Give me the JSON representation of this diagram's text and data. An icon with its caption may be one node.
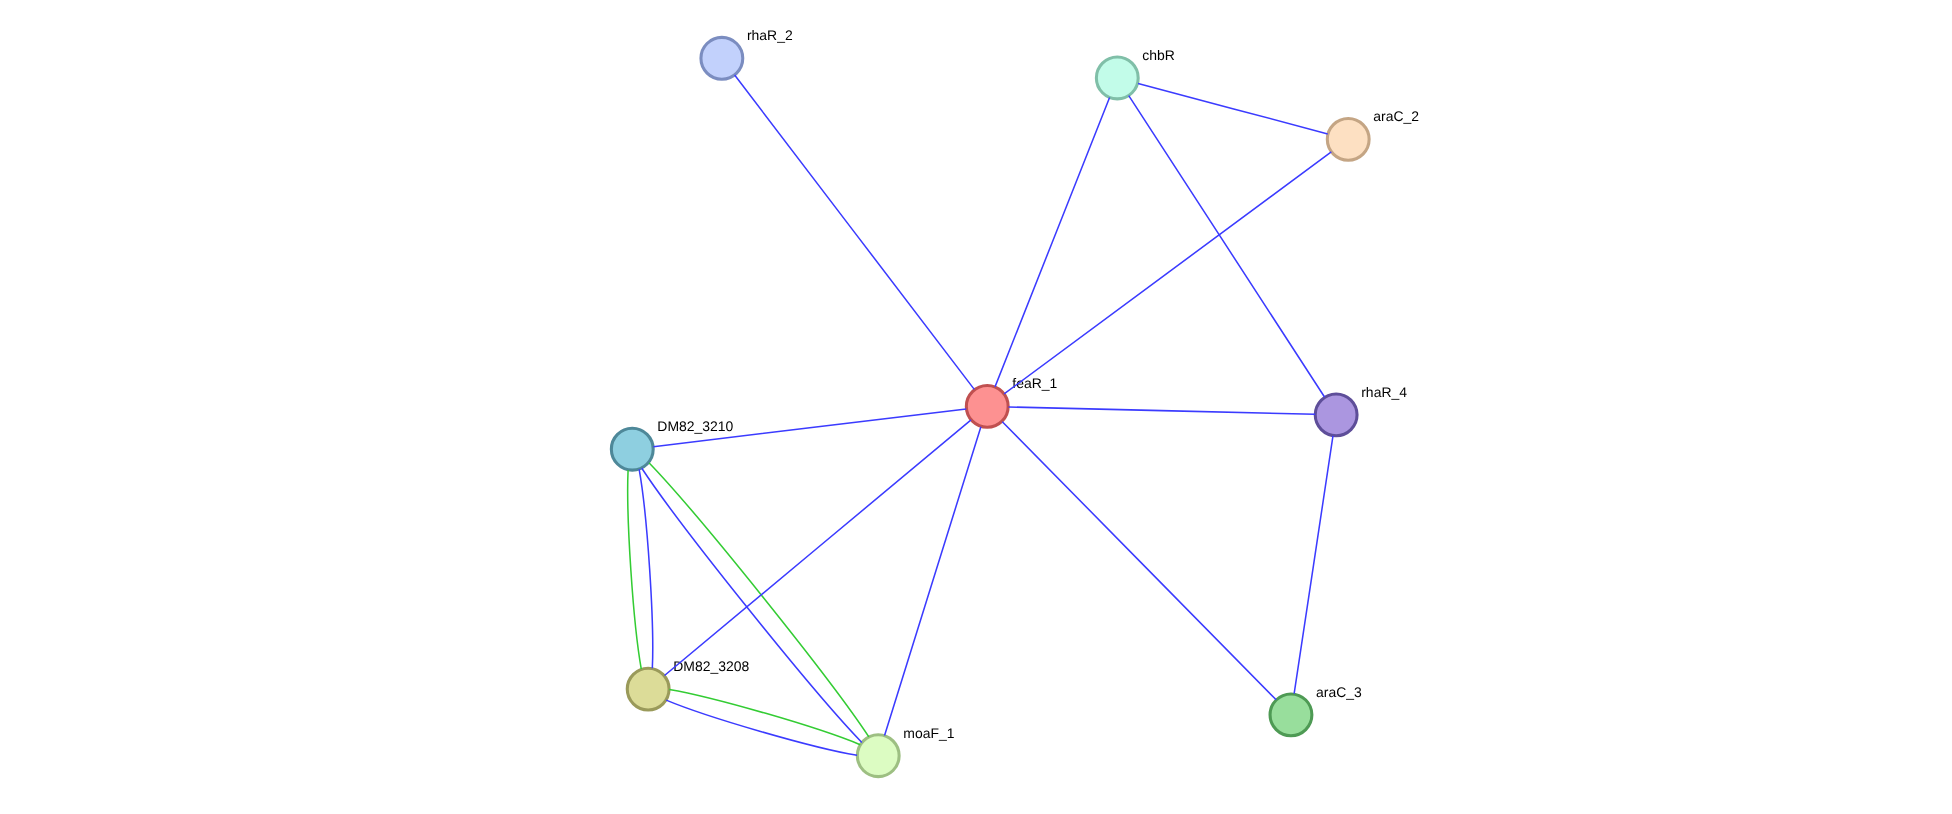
{
  "diagram": {
    "nodes": [
      {
        "text": [
          "rhaR_2"
        ]
      },
      {
        "text": [
          "araC_2"
        ]
      },
      {
        "text": [
          "moaF_1"
        ]
      },
      {
        "text": [
          "feaR_1"
        ]
      },
      {
        "text": [
          "chbR"
        ]
      },
      {
        "text": [
          "DM82_3210"
        ]
      },
      {
        "text": [
          "DM82_3208"
        ]
      },
      {
        "text": [
          "araC_3"
        ]
      },
      {
        "text": [
          "rhaR_4"
        ]
      }
    ],
    "edges": [
      {
        "from": 0,
        "to": 3,
        "arrow": "none"
      },
      {
        "from": 1,
        "to": 3,
        "arrow": "none"
      },
      {
        "from": 1,
        "to": 4,
        "arrow": "none"
      },
      {
        "from": 2,
        "to": 3,
        "arrow": "none"
      },
      {
        "from": 3,
        "to": 4,
        "arrow": "none"
      },
      {
        "from": 5,
        "to": 3,
        "arrow": "none"
      },
      {
        "from": 6,
        "to": 3,
        "arrow": "none"
      },
      {
        "from": 3,
        "to": 7,
        "arrow": "none"
      },
      {
        "from": 3,
        "to": 8,
        "arrow": "none"
      },
      {
        "from": 4,
        "to": 8,
        "arrow": "none"
      },
      {
        "from": 7,
        "to": 8,
        "arrow": "none"
      },
      {
        "from": 2,
        "to": 5,
        "arrow": "none"
      },
      {
        "from": 2,
        "to": 5,
        "arrow": "none",
        "color": "#33cc33"
      },
      {
        "from": 2,
        "to": 6,
        "arrow": "none"
      },
      {
        "from": 2,
        "to": 6,
        "arrow": "none",
        "color": "#33cc33"
      },
      {
        "from": 5,
        "to": 6,
        "arrow": "none"
      },
      {
        "from": 5,
        "to": 6,
        "arrow": "none",
        "color": "#33cc33"
      }
    ]
  }
}
